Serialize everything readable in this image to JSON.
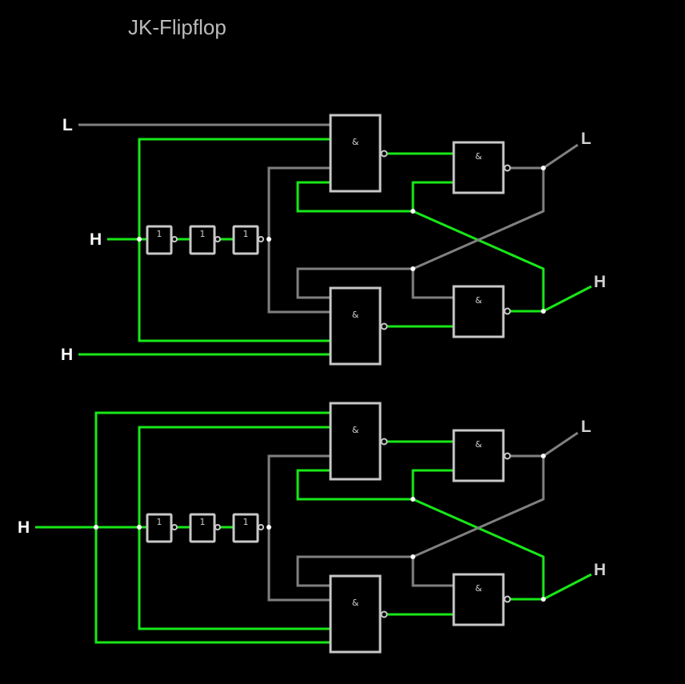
{
  "title": "JK-Flipflop",
  "colors": {
    "signal_high": "#18e818",
    "signal_low": "#808080",
    "gate_stroke": "#c8c8c8",
    "background": "#000000",
    "label_high": "#ffffff",
    "label_low": "#d0d0d0"
  },
  "symbols": {
    "and_gate": "&",
    "not_gate": "1"
  },
  "circuit_top": {
    "inputs": {
      "j": "L",
      "clock": "H",
      "k": "H"
    },
    "outputs": {
      "q": "L",
      "q_not": "H"
    }
  },
  "circuit_bottom": {
    "inputs": {
      "jk_clock": "H"
    },
    "outputs": {
      "q": "L",
      "q_not": "H"
    }
  }
}
